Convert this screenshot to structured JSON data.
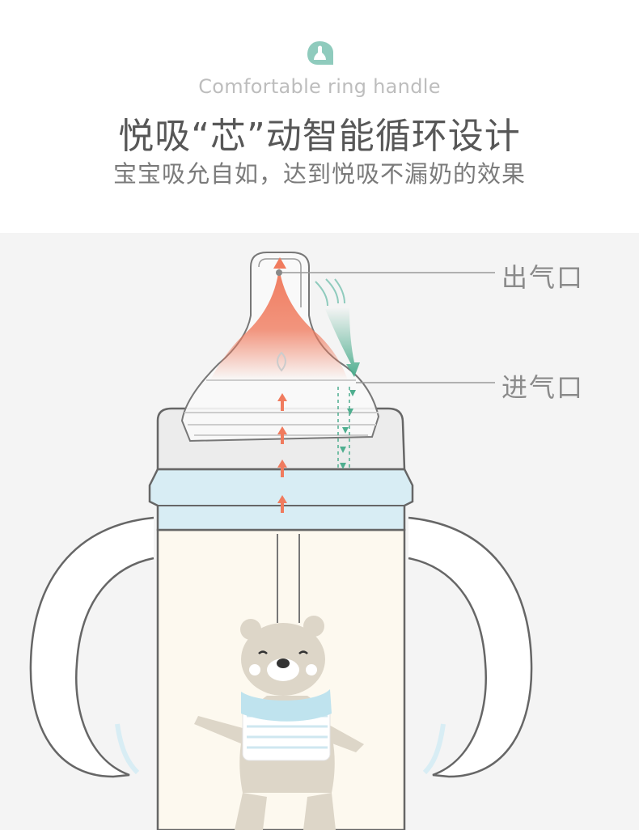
{
  "header": {
    "logo_icon": "nipple-logo-icon",
    "english_title": "Comfortable ring handle",
    "title": "悦吸“芯”动智能循环设计",
    "subtitle": "宝宝吸允自如，达到悦吸不漏奶的效果"
  },
  "diagram": {
    "outlet_label": "出气口",
    "inlet_label": "进气口"
  },
  "colors": {
    "accent_teal": "#8fcbbd",
    "outflow_red": "#f07b5e",
    "inflow_green": "#4fae8f",
    "ring_blue": "#d8edf4",
    "body_cream": "#fdf9ef"
  }
}
